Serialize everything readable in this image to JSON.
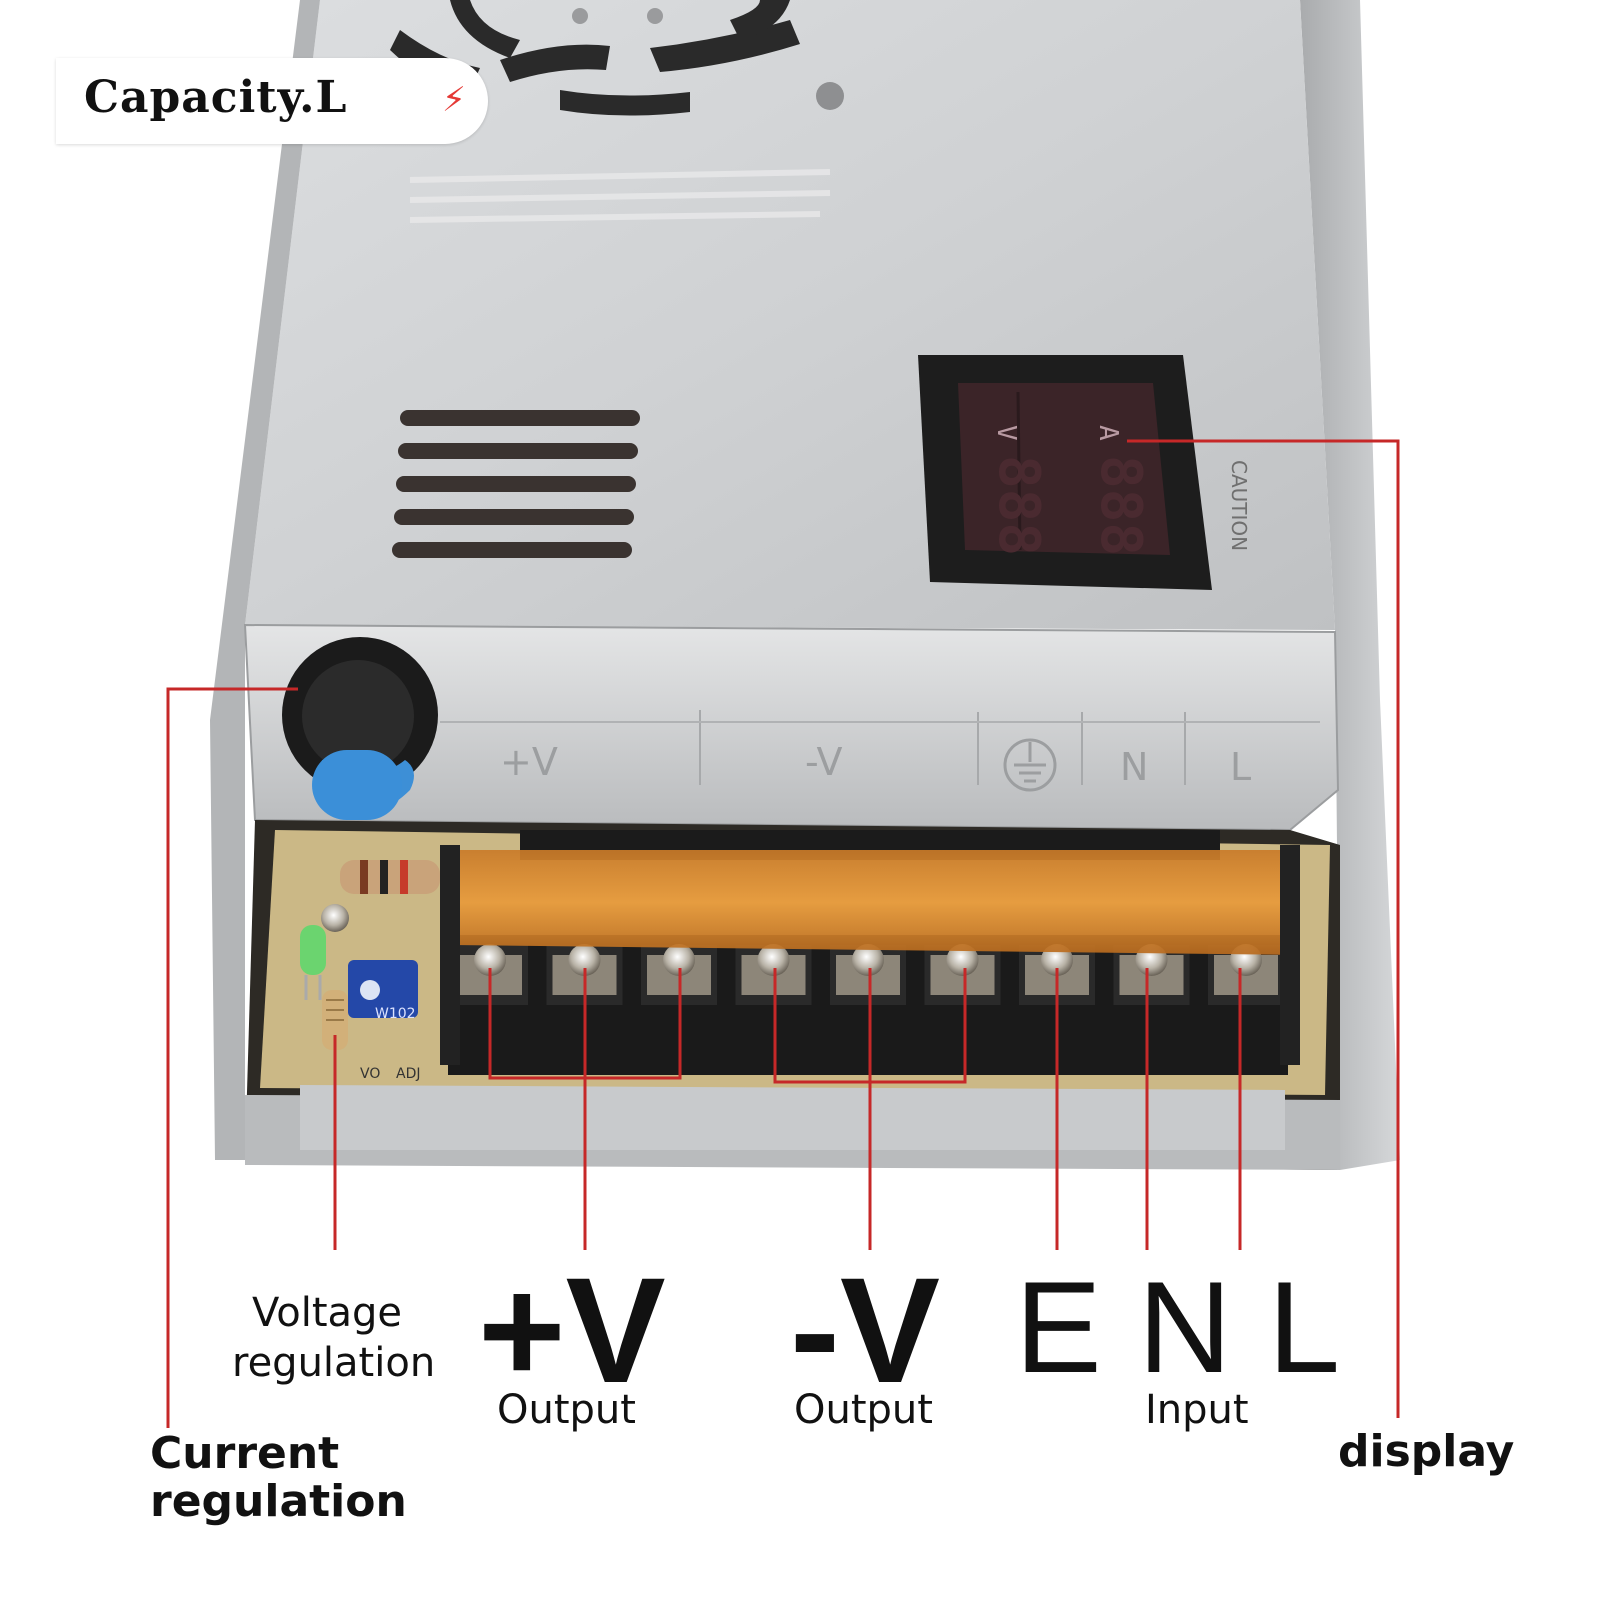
{
  "brand": {
    "logo_text": "Capacity.L",
    "accent": "#e53935"
  },
  "device_panel": {
    "display_letters": {
      "volt": "V",
      "amp": "A"
    },
    "display_digits": "888",
    "panel_labels": [
      "+V",
      "-V",
      "N",
      "L"
    ],
    "pcb_labels": {
      "pot": "W102",
      "vo": "VO",
      "adj": "ADJ",
      "caution": "CAUTION"
    },
    "terminal_count": 9
  },
  "annotations": {
    "voltage_regulation": "Voltage\nregulation",
    "current_regulation": "Current\nregulation",
    "plus_v": "+V",
    "plus_v_sub": "Output",
    "minus_v": "-V",
    "minus_v_sub": "Output",
    "enl": "E N L",
    "enl_sub": "Input",
    "display": "display"
  },
  "colors": {
    "line": "#c62828",
    "text": "#111111",
    "case": "#c9cbcd",
    "amber": "#d9821f"
  }
}
